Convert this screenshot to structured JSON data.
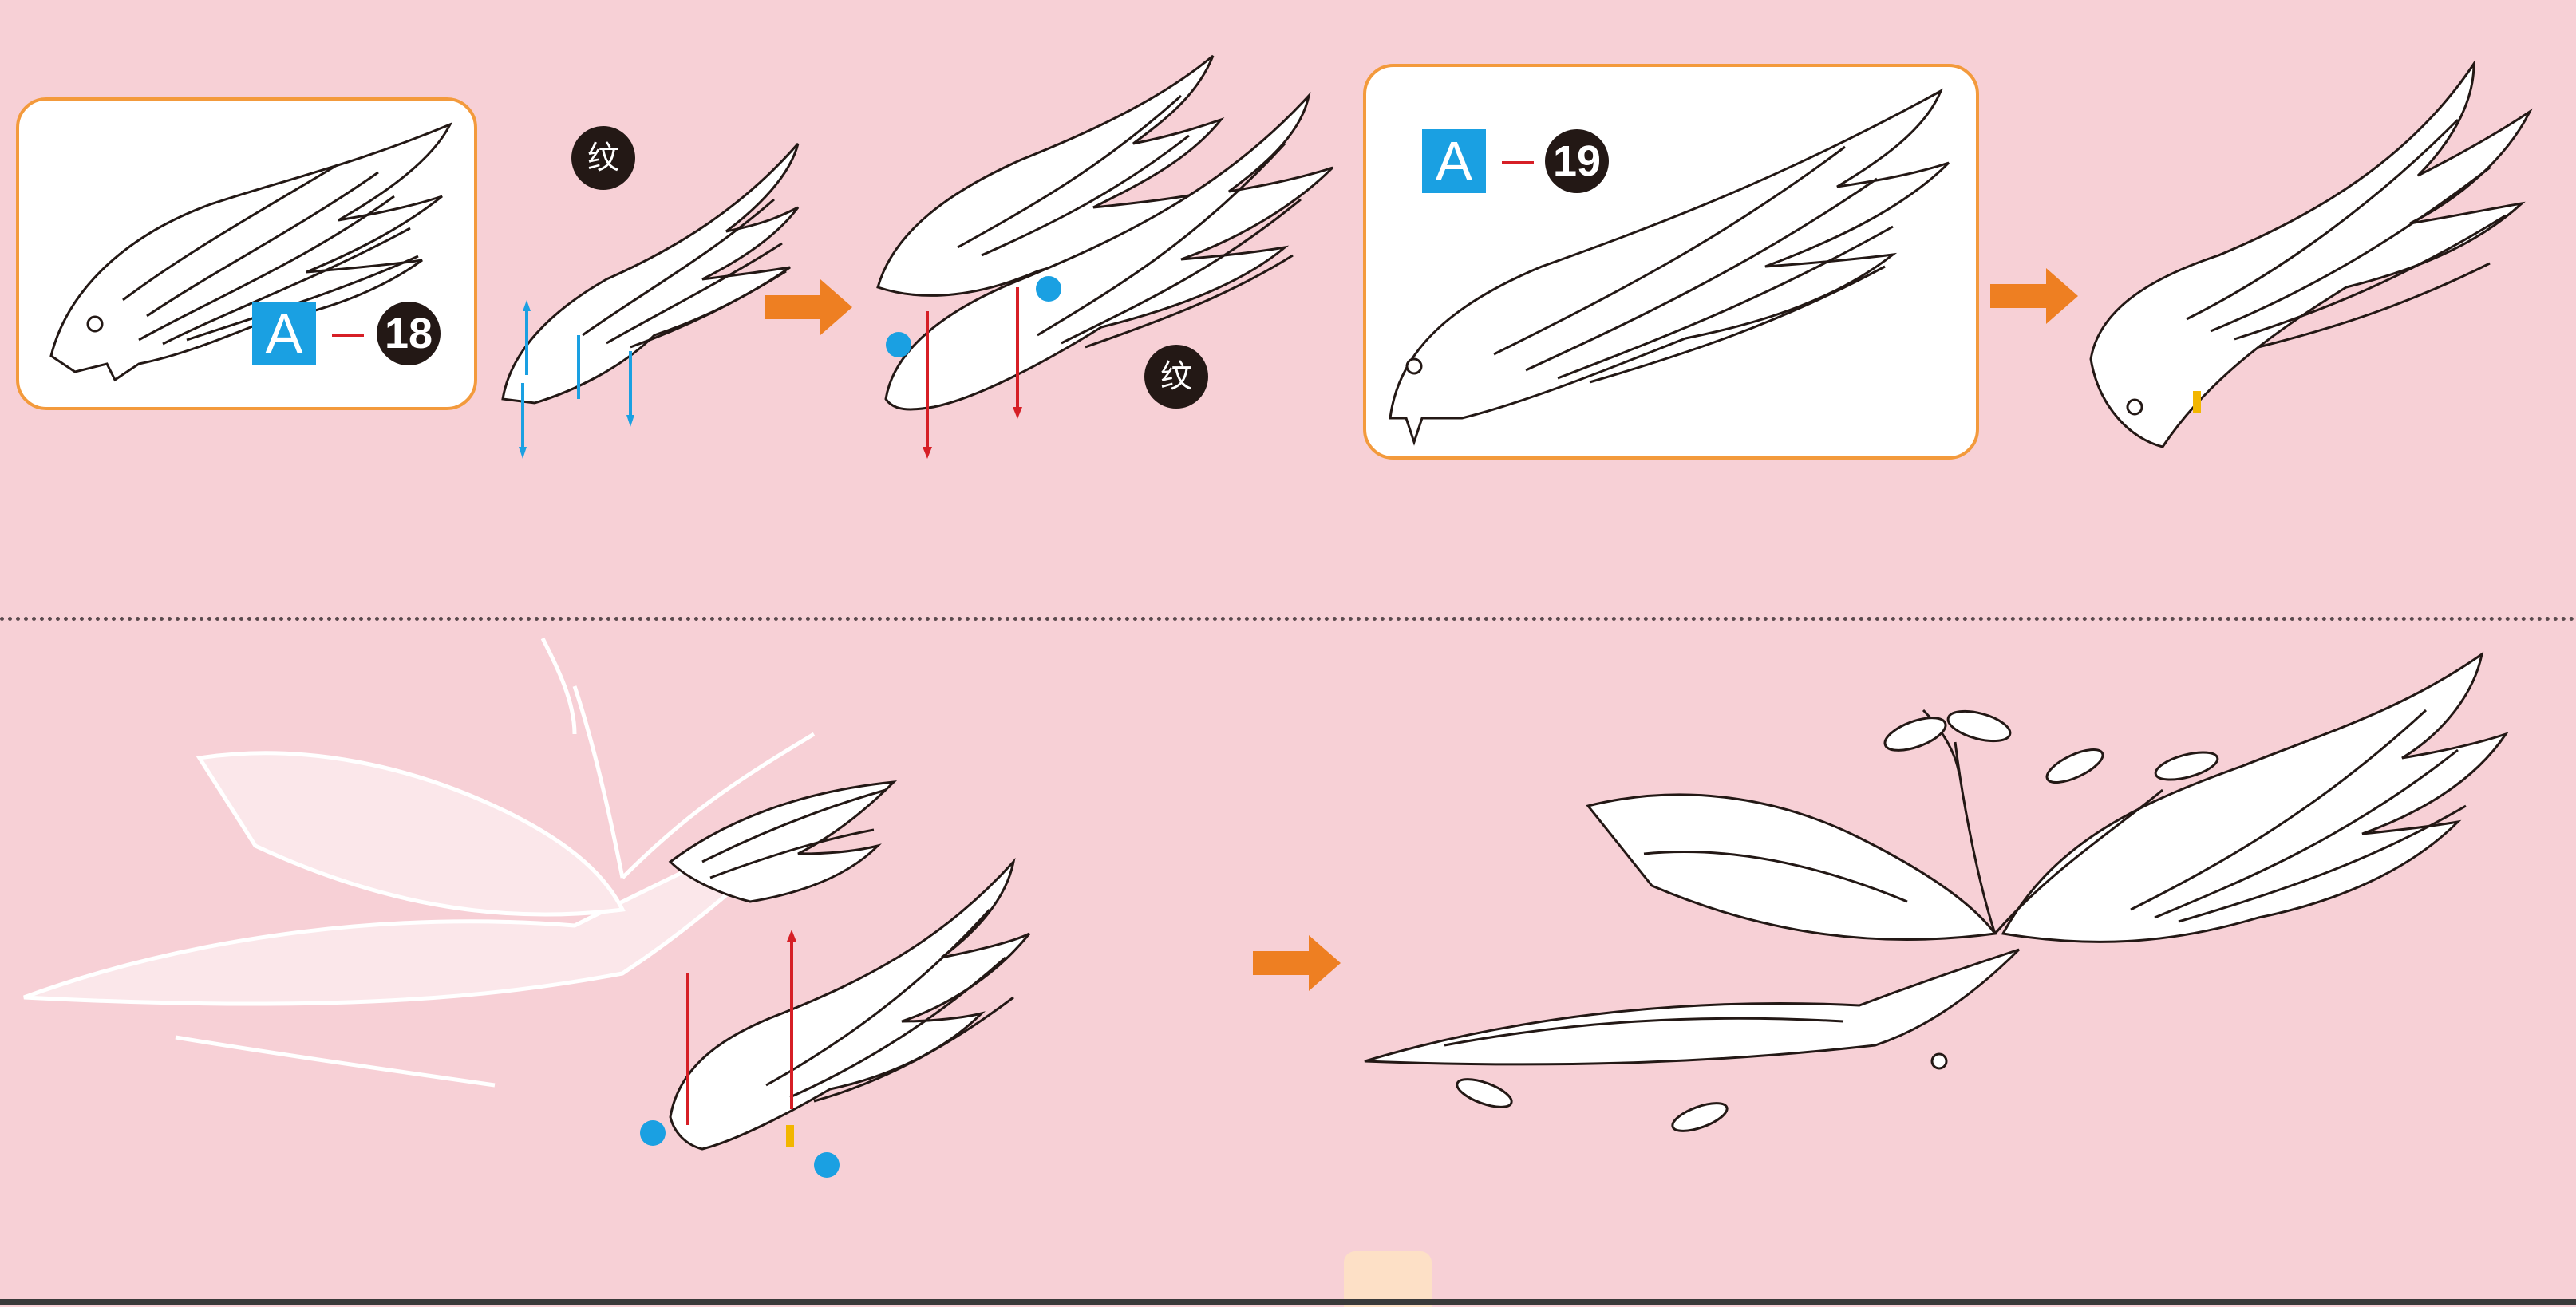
{
  "step1": {
    "sheet_letter": "A",
    "part_number": "18",
    "pattern_label": "纹"
  },
  "step2": {
    "pattern_label": "纹"
  },
  "step3": {
    "sheet_letter": "A",
    "part_number": "19"
  },
  "colors": {
    "background": "#f7d0d6",
    "callout_border": "#f39a3c",
    "arrow": "#ee7f22",
    "badge_blue": "#1aa0e2",
    "guide_red": "#d61f26",
    "guide_blue": "#1aa0e2"
  },
  "icons": {
    "step_arrow": "orange-right-arrow",
    "wing": "wing-illustration",
    "bird": "bird-assembly-illustration"
  }
}
